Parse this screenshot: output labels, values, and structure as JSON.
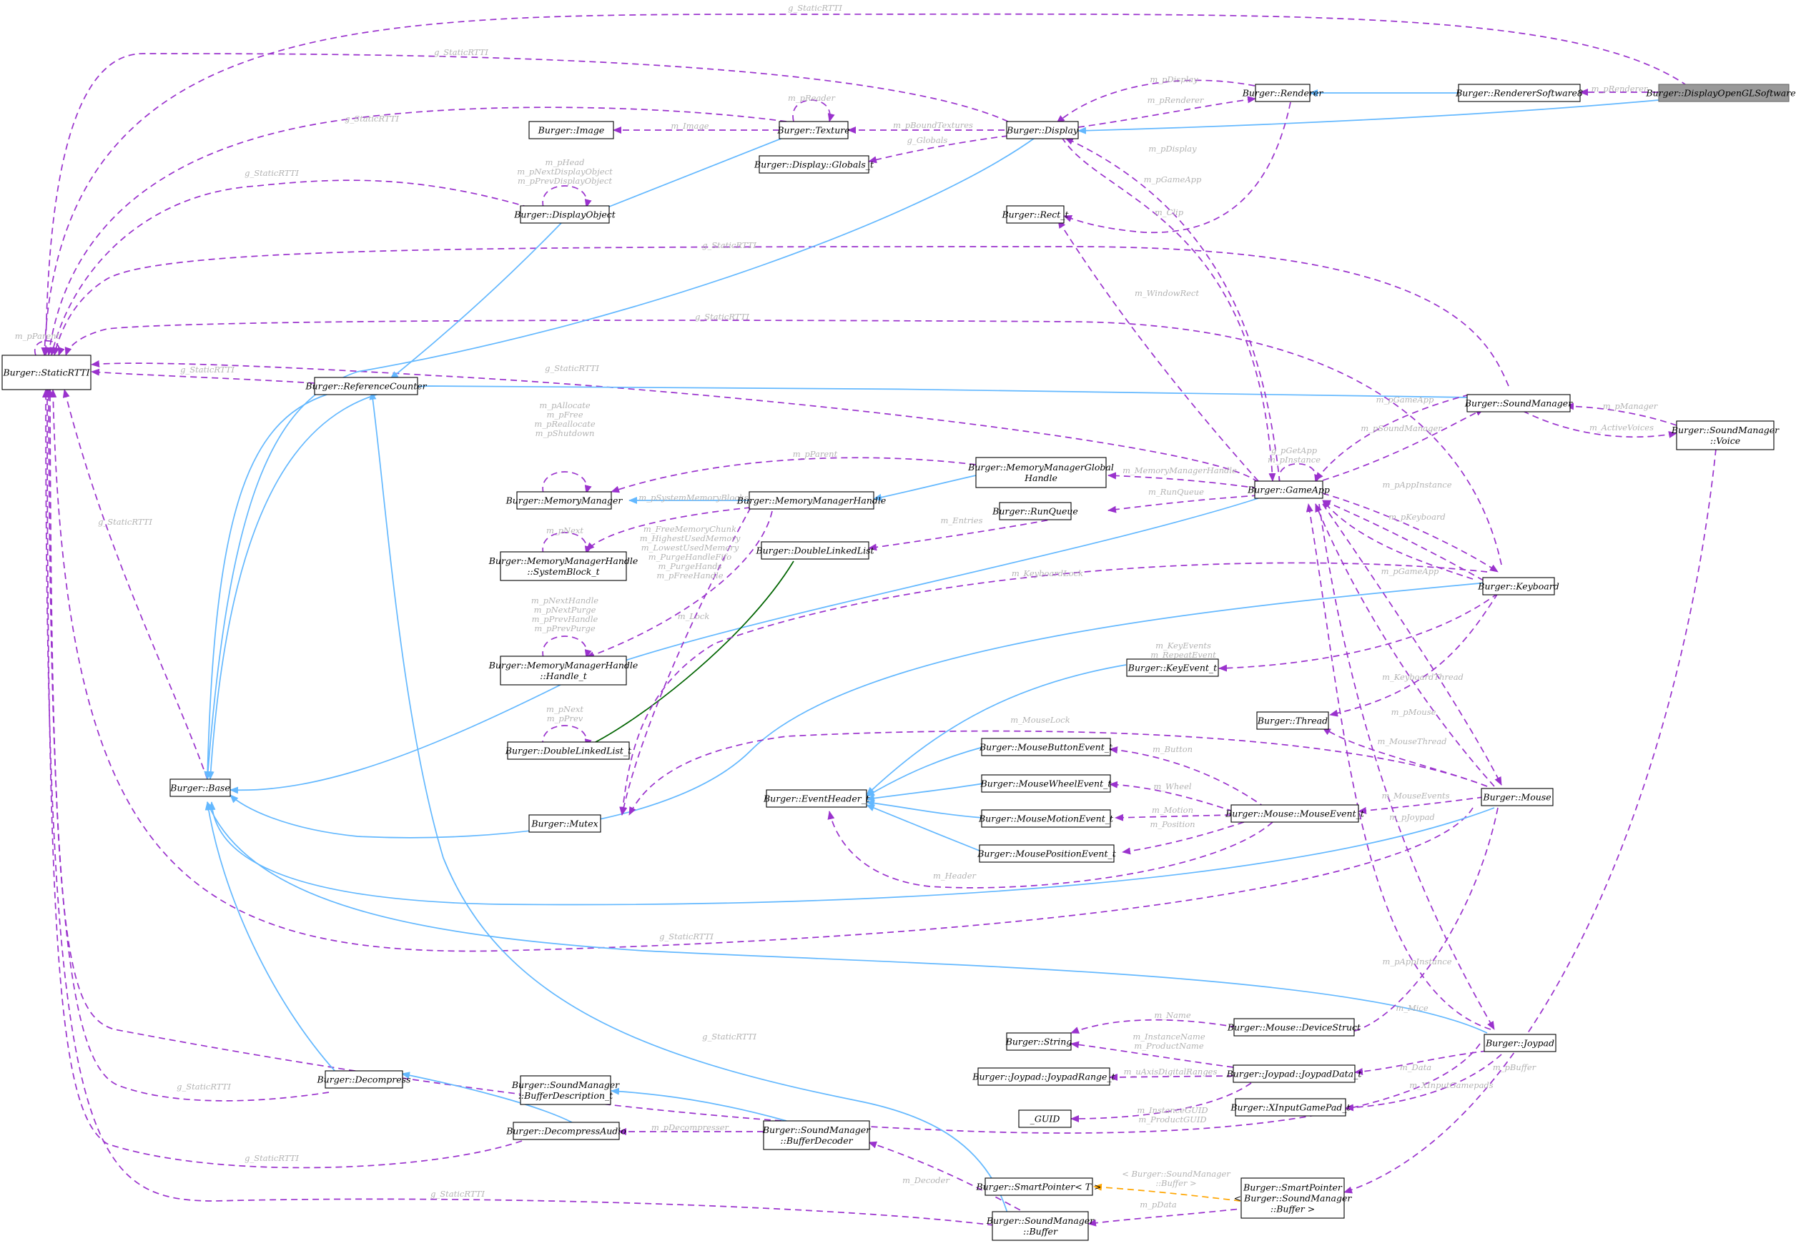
{
  "colors": {
    "inheritance": "#63b8ff",
    "usage": "#9a32cd",
    "template": "#ffa500",
    "inheritance_dark": "#006400",
    "node_border": "#000000",
    "focus_fill": "#999999",
    "label": "#b3b3b3"
  },
  "nodes": [
    {
      "id": "StaticRTTI",
      "lines": [
        "Burger::StaticRTTI"
      ]
    },
    {
      "id": "DisplayOGL",
      "lines": [
        "Burger::DisplayOpenGLSoftware8"
      ],
      "focus": true
    },
    {
      "id": "RendererSW8",
      "lines": [
        "Burger::RendererSoftware8"
      ]
    },
    {
      "id": "Renderer",
      "lines": [
        "Burger::Renderer"
      ]
    },
    {
      "id": "Display",
      "lines": [
        "Burger::Display"
      ]
    },
    {
      "id": "Texture",
      "lines": [
        "Burger::Texture"
      ]
    },
    {
      "id": "Image",
      "lines": [
        "Burger::Image"
      ]
    },
    {
      "id": "DisplayGlobals",
      "lines": [
        "Burger::Display::Globals_t"
      ]
    },
    {
      "id": "DisplayObject",
      "lines": [
        "Burger::DisplayObject"
      ]
    },
    {
      "id": "Rect",
      "lines": [
        "Burger::Rect_t"
      ]
    },
    {
      "id": "RefCounter",
      "lines": [
        "Burger::ReferenceCounter"
      ]
    },
    {
      "id": "SoundManager",
      "lines": [
        "Burger::SoundManager"
      ]
    },
    {
      "id": "SMVoice",
      "lines": [
        "Burger::SoundManager",
        "::Voice"
      ]
    },
    {
      "id": "MemMgr",
      "lines": [
        "Burger::MemoryManager"
      ]
    },
    {
      "id": "MMGH",
      "lines": [
        "Burger::MemoryManagerGlobal",
        "Handle"
      ]
    },
    {
      "id": "MMH",
      "lines": [
        "Burger::MemoryManagerHandle"
      ]
    },
    {
      "id": "GameApp",
      "lines": [
        "Burger::GameApp"
      ]
    },
    {
      "id": "RunQueue",
      "lines": [
        "Burger::RunQueue"
      ]
    },
    {
      "id": "SysBlock",
      "lines": [
        "Burger::MemoryManagerHandle",
        "::SystemBlock_t"
      ]
    },
    {
      "id": "DLL",
      "lines": [
        "Burger::DoubleLinkedList"
      ]
    },
    {
      "id": "Keyboard",
      "lines": [
        "Burger::Keyboard"
      ]
    },
    {
      "id": "KeyEvent",
      "lines": [
        "Burger::KeyEvent_t"
      ]
    },
    {
      "id": "HandleT",
      "lines": [
        "Burger::MemoryManagerHandle",
        "::Handle_t"
      ]
    },
    {
      "id": "Thread",
      "lines": [
        "Burger::Thread"
      ]
    },
    {
      "id": "MBE",
      "lines": [
        "Burger::MouseButtonEvent_t"
      ]
    },
    {
      "id": "DLLT",
      "lines": [
        "Burger::DoubleLinkedList_t"
      ]
    },
    {
      "id": "BurgerBase",
      "lines": [
        "Burger::Base"
      ]
    },
    {
      "id": "MWE",
      "lines": [
        "Burger::MouseWheelEvent_t"
      ]
    },
    {
      "id": "Mouse",
      "lines": [
        "Burger::Mouse"
      ]
    },
    {
      "id": "EventHeader",
      "lines": [
        "Burger::EventHeader_t"
      ]
    },
    {
      "id": "MouseEvent",
      "lines": [
        "Burger::Mouse::MouseEvent_t"
      ]
    },
    {
      "id": "Mutex",
      "lines": [
        "Burger::Mutex"
      ]
    },
    {
      "id": "MME",
      "lines": [
        "Burger::MouseMotionEvent_t"
      ]
    },
    {
      "id": "MPE",
      "lines": [
        "Burger::MousePositionEvent_t"
      ]
    },
    {
      "id": "DeviceStruct",
      "lines": [
        "Burger::Mouse::DeviceStruct"
      ]
    },
    {
      "id": "String",
      "lines": [
        "Burger::String"
      ]
    },
    {
      "id": "Joypad",
      "lines": [
        "Burger::Joypad"
      ]
    },
    {
      "id": "JoypadRange",
      "lines": [
        "Burger::Joypad::JoypadRange_t"
      ]
    },
    {
      "id": "JoypadData",
      "lines": [
        "Burger::Joypad::JoypadData_t"
      ]
    },
    {
      "id": "GUID",
      "lines": [
        "_GUID"
      ]
    },
    {
      "id": "XInput",
      "lines": [
        "Burger::XInputGamePad_t"
      ]
    },
    {
      "id": "Decompress",
      "lines": [
        "Burger::Decompress"
      ]
    },
    {
      "id": "SMBufDesc",
      "lines": [
        "Burger::SoundManager",
        "::BufferDescription_t"
      ]
    },
    {
      "id": "DecompAudio",
      "lines": [
        "Burger::DecompressAudio"
      ]
    },
    {
      "id": "SMBufDecoder",
      "lines": [
        "Burger::SoundManager",
        "::BufferDecoder"
      ]
    },
    {
      "id": "SmartPtrT",
      "lines": [
        "Burger::SmartPointer< T >"
      ]
    },
    {
      "id": "SmartPtrBuf",
      "lines": [
        "Burger::SmartPointer",
        "< Burger::SoundManager",
        "::Buffer >"
      ]
    },
    {
      "id": "SMBuffer",
      "lines": [
        "Burger::SoundManager",
        "::Buffer"
      ]
    }
  ],
  "edge_labels": [
    {
      "id": "l01",
      "lines": [
        "g_StaticRTTI"
      ]
    },
    {
      "id": "l02",
      "lines": [
        "g_StaticRTTI"
      ]
    },
    {
      "id": "l03",
      "lines": [
        "g_StaticRTTI"
      ]
    },
    {
      "id": "l04",
      "lines": [
        "g_StaticRTTI"
      ]
    },
    {
      "id": "l05",
      "lines": [
        "g_StaticRTTI"
      ]
    },
    {
      "id": "l06",
      "lines": [
        "g_StaticRTTI"
      ]
    },
    {
      "id": "l07",
      "lines": [
        "g_StaticRTTI"
      ]
    },
    {
      "id": "l08",
      "lines": [
        "g_StaticRTTI"
      ]
    },
    {
      "id": "l09",
      "lines": [
        "g_StaticRTTI"
      ]
    },
    {
      "id": "l10",
      "lines": [
        "g_StaticRTTI"
      ]
    },
    {
      "id": "l11",
      "lines": [
        "g_StaticRTTI"
      ]
    },
    {
      "id": "l12",
      "lines": [
        "g_StaticRTTI"
      ]
    },
    {
      "id": "l13",
      "lines": [
        "g_StaticRTTI"
      ]
    },
    {
      "id": "l14",
      "lines": [
        "g_StaticRTTI"
      ]
    },
    {
      "id": "l15",
      "lines": [
        "m_pParent"
      ]
    },
    {
      "id": "l16",
      "lines": [
        "m_pReader"
      ]
    },
    {
      "id": "l17",
      "lines": [
        "m_Image"
      ]
    },
    {
      "id": "l18",
      "lines": [
        "m_pHead",
        "m_pNextDisplayObject",
        "m_pPrevDisplayObject"
      ]
    },
    {
      "id": "l19",
      "lines": [
        "m_pDisplay"
      ]
    },
    {
      "id": "l20",
      "lines": [
        "m_pRenderer"
      ]
    },
    {
      "id": "l21",
      "lines": [
        "m_pRenderer"
      ]
    },
    {
      "id": "l22",
      "lines": [
        "m_pBoundTextures"
      ]
    },
    {
      "id": "l23",
      "lines": [
        "g_Globals"
      ]
    },
    {
      "id": "l24",
      "lines": [
        "m_pDisplay"
      ]
    },
    {
      "id": "l25",
      "lines": [
        "m_pGameApp"
      ]
    },
    {
      "id": "l26",
      "lines": [
        "m_Clip"
      ]
    },
    {
      "id": "l27",
      "lines": [
        "m_WindowRect"
      ]
    },
    {
      "id": "l28",
      "lines": [
        "m_pGameApp"
      ]
    },
    {
      "id": "l29",
      "lines": [
        "m_pSoundManager"
      ]
    },
    {
      "id": "l30",
      "lines": [
        "m_pManager"
      ]
    },
    {
      "id": "l31",
      "lines": [
        "m_ActiveVoices"
      ]
    },
    {
      "id": "l32",
      "lines": [
        "m_pAllocate",
        "m_pFree",
        "m_pReallocate",
        "m_pShutdown"
      ]
    },
    {
      "id": "l33",
      "lines": [
        "m_pParent"
      ]
    },
    {
      "id": "l34",
      "lines": [
        "m_pSystemMemoryBlocks"
      ]
    },
    {
      "id": "l35",
      "lines": [
        "m_pNext"
      ]
    },
    {
      "id": "l36",
      "lines": [
        "m_MemoryManagerHandle"
      ]
    },
    {
      "id": "l37",
      "lines": [
        "m_RunQueue"
      ]
    },
    {
      "id": "l38",
      "lines": [
        "g_pGetApp",
        "m_pInstance"
      ]
    },
    {
      "id": "l39",
      "lines": [
        "m_Entries"
      ]
    },
    {
      "id": "l40",
      "lines": [
        "m_FreeMemoryChunk",
        "m_HighestUsedMemory",
        "m_LowestUsedMemory",
        "m_PurgeHandleFifo",
        "m_PurgeHands",
        "m_pFreeHandle"
      ]
    },
    {
      "id": "l41",
      "lines": [
        "m_pAppInstance"
      ]
    },
    {
      "id": "l42",
      "lines": [
        "m_pKeyboard"
      ]
    },
    {
      "id": "l43",
      "lines": [
        "m_pGameApp"
      ]
    },
    {
      "id": "l44",
      "lines": [
        "m_KeyboardLock"
      ]
    },
    {
      "id": "l45",
      "lines": [
        "m_pNextHandle",
        "m_pNextPurge",
        "m_pPrevHandle",
        "m_pPrevPurge"
      ]
    },
    {
      "id": "l46",
      "lines": [
        "m_Lock"
      ]
    },
    {
      "id": "l47",
      "lines": [
        "m_KeyEvents",
        "m_RepeatEvent"
      ]
    },
    {
      "id": "l48",
      "lines": [
        "m_KeyboardThread"
      ]
    },
    {
      "id": "l49",
      "lines": [
        "m_pNext",
        "m_pPrev"
      ]
    },
    {
      "id": "l50",
      "lines": [
        "m_MouseLock"
      ]
    },
    {
      "id": "l51",
      "lines": [
        "m_pMouse"
      ]
    },
    {
      "id": "l52",
      "lines": [
        "m_MouseThread"
      ]
    },
    {
      "id": "l53",
      "lines": [
        "m_Button"
      ]
    },
    {
      "id": "l54",
      "lines": [
        "m_Wheel"
      ]
    },
    {
      "id": "l55",
      "lines": [
        "m_Motion"
      ]
    },
    {
      "id": "l56",
      "lines": [
        "m_Position"
      ]
    },
    {
      "id": "l57",
      "lines": [
        "m_MouseEvents"
      ]
    },
    {
      "id": "l58",
      "lines": [
        "m_pJoypad"
      ]
    },
    {
      "id": "l59",
      "lines": [
        "m_Header"
      ]
    },
    {
      "id": "l60",
      "lines": [
        "m_pAppInstance"
      ]
    },
    {
      "id": "l61",
      "lines": [
        "m_Name"
      ]
    },
    {
      "id": "l62",
      "lines": [
        "m_Mice"
      ]
    },
    {
      "id": "l63",
      "lines": [
        "m_InstanceName",
        "m_ProductName"
      ]
    },
    {
      "id": "l64",
      "lines": [
        "m_Data"
      ]
    },
    {
      "id": "l65",
      "lines": [
        "m_pBuffer"
      ]
    },
    {
      "id": "l66",
      "lines": [
        "m_uAxisDigitalRanges"
      ]
    },
    {
      "id": "l67",
      "lines": [
        "m_InstanceGUID",
        "m_ProductGUID"
      ]
    },
    {
      "id": "l68",
      "lines": [
        "m_XInputGamepads"
      ]
    },
    {
      "id": "l69",
      "lines": [
        "m_pDecompresser"
      ]
    },
    {
      "id": "l70",
      "lines": [
        "m_Decoder"
      ]
    },
    {
      "id": "l71",
      "lines": [
        "< Burger::SoundManager",
        "::Buffer >"
      ]
    },
    {
      "id": "l72",
      "lines": [
        "m_pData"
      ]
    }
  ]
}
